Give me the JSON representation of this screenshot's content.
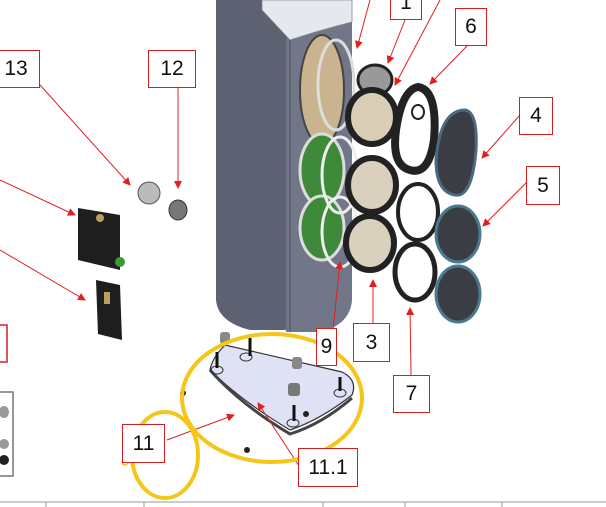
{
  "title": "Speaker exploded view",
  "labels": {
    "l13": "13",
    "l12": "12",
    "l1": "1",
    "l6": "6",
    "l4": "4",
    "l5": "5",
    "l9": "9",
    "l3": "3",
    "l7": "7",
    "l11": "11",
    "l11_1": "11.1"
  },
  "colors": {
    "callout": "#d02020",
    "highlight": "#f5c518",
    "cabinet": "#5c6272",
    "woofer_cavity": "#3f8a3a"
  }
}
